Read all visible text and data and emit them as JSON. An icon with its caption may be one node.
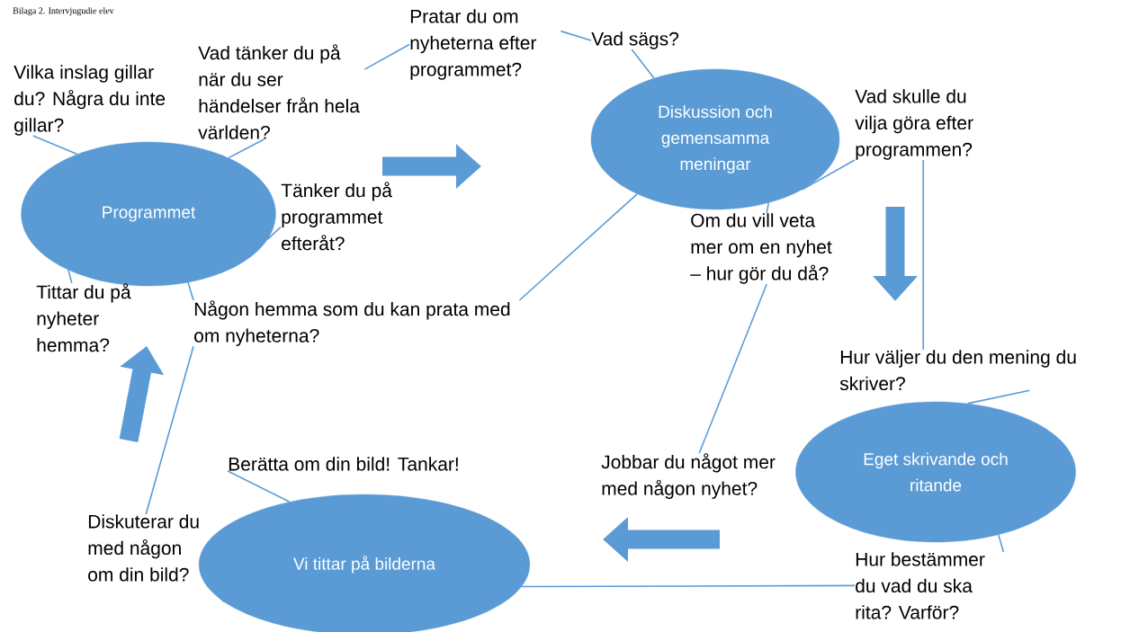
{
  "diagram": {
    "title": "Bilaga 2. Intervjugudie elev",
    "nodes": [
      {
        "text": [
          "Vilka inslag gillar du? Några du inte gillar?"
        ]
      },
      {
        "text": [
          "Vad tänker du på när du ser händelser från hela världen?"
        ]
      },
      {
        "text": [
          "Pratar du om nyheterna efter programmet?"
        ]
      },
      {
        "text": [
          "Vad sägs?"
        ]
      },
      {
        "text": [
          "Programmet"
        ]
      },
      {
        "text": [
          "Diskussion och gemensamma meningar"
        ]
      },
      {
        "text": [
          "Tänker du på programmet efteråt?"
        ]
      },
      {
        "text": [
          "Tittar du på nyheter hemma?"
        ]
      },
      {
        "text": [
          "Någon hemma som du kan prata med om nyheterna?"
        ]
      },
      {
        "text": [
          "Vad skulle du vilja göra efter programmen?"
        ]
      },
      {
        "text": [
          "Om du vill veta mer om en nyhet – hur gör du då?"
        ]
      },
      {
        "text": [
          "Hur väljer du den mening du skriver?"
        ]
      },
      {
        "text": [
          "Eget skrivande och ritande"
        ]
      },
      {
        "text": [
          "Jobbar du något mer med någon nyhet?"
        ]
      },
      {
        "text": [
          "Berätta om din bild! Tankar!"
        ]
      },
      {
        "text": [
          "Diskuterar du med någon om din bild?"
        ]
      },
      {
        "text": [
          "Vi tittar på bilderna"
        ]
      },
      {
        "text": [
          "Hur bestämmer du vad du ska rita? Varför?"
        ]
      }
    ],
    "edges": [
      {
        "from": 0,
        "to": 4,
        "arrow": "none"
      },
      {
        "from": 1,
        "to": 4,
        "arrow": "none"
      },
      {
        "from": 1,
        "to": 2,
        "arrow": "none"
      },
      {
        "from": 2,
        "to": 3,
        "arrow": "none"
      },
      {
        "from": 3,
        "to": 5,
        "arrow": "none"
      },
      {
        "from": 6,
        "to": 4,
        "arrow": "none"
      },
      {
        "from": 7,
        "to": 4,
        "arrow": "none"
      },
      {
        "from": 8,
        "to": 4,
        "arrow": "none"
      },
      {
        "from": 8,
        "to": 5,
        "arrow": "none"
      },
      {
        "from": 8,
        "to": 15,
        "arrow": "none"
      },
      {
        "from": 9,
        "to": 5,
        "arrow": "none"
      },
      {
        "from": 9,
        "to": 11,
        "arrow": "none"
      },
      {
        "from": 10,
        "to": 5,
        "arrow": "none"
      },
      {
        "from": 10,
        "to": 13,
        "arrow": "none"
      },
      {
        "from": 11,
        "to": 12,
        "arrow": "none"
      },
      {
        "from": 17,
        "to": 12,
        "arrow": "none"
      },
      {
        "from": 16,
        "to": 17,
        "arrow": "none"
      },
      {
        "from": 14,
        "to": 16,
        "arrow": "none"
      },
      {
        "from": 15,
        "to": 16,
        "arrow": "none"
      }
    ]
  }
}
